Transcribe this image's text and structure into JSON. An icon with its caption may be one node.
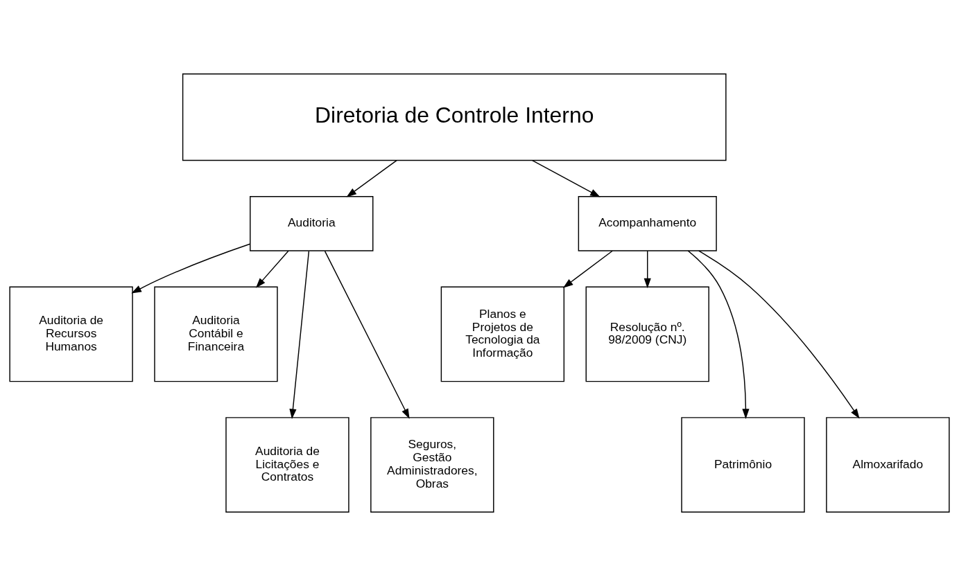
{
  "diagram": {
    "nodes": [
      {
        "text": [
          "Diretoria de Controle Interno"
        ]
      },
      {
        "text": [
          "Auditoria"
        ]
      },
      {
        "text": [
          "Acompanhamento"
        ]
      },
      {
        "text": [
          "Auditoria de Recursos Humanos"
        ]
      },
      {
        "text": [
          "Auditoria Contábil e Financeira"
        ]
      },
      {
        "text": [
          "Planos e Projetos de Tecnologia da Informação"
        ]
      },
      {
        "text": [
          "Resolução nº. 98/2009 (CNJ)"
        ]
      },
      {
        "text": [
          "Auditoria de Licitações e Contratos"
        ]
      },
      {
        "text": [
          "Seguros, Gestão Administradores, Obras"
        ]
      },
      {
        "text": [
          "Patrimônio"
        ]
      },
      {
        "text": [
          "Almoxarifado"
        ]
      }
    ],
    "edges": [
      {
        "from": 0,
        "to": 1,
        "arrow": "to"
      },
      {
        "from": 0,
        "to": 2,
        "arrow": "to"
      },
      {
        "from": 1,
        "to": 3,
        "arrow": "to"
      },
      {
        "from": 1,
        "to": 7,
        "arrow": "to"
      },
      {
        "from": 1,
        "to": 8,
        "arrow": "to"
      },
      {
        "from": 1,
        "to": 4,
        "arrow": "to"
      },
      {
        "from": 2,
        "to": 5,
        "arrow": "to"
      },
      {
        "from": 2,
        "to": 9,
        "arrow": "to"
      },
      {
        "from": 2,
        "to": 10,
        "arrow": "to"
      },
      {
        "from": 2,
        "to": 6,
        "arrow": "to"
      }
    ]
  }
}
